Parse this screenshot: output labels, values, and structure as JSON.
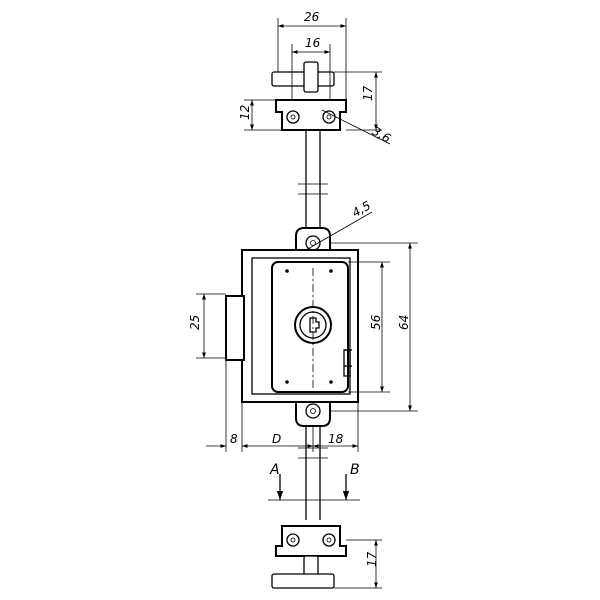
{
  "dimensions": {
    "top_outer_width": "26",
    "top_hole_spacing": "16",
    "top_bolt_height": "17",
    "top_bracket_height": "12",
    "hole_diameter_small": "3,6",
    "hole_diameter_large": "4,5",
    "case_depth": "25",
    "plate_height": "56",
    "case_height": "64",
    "offset_left": "8",
    "offset_d": "D",
    "offset_right": "18",
    "bottom_bolt_height": "17"
  },
  "section_labels": {
    "a": "A",
    "b": "B"
  }
}
